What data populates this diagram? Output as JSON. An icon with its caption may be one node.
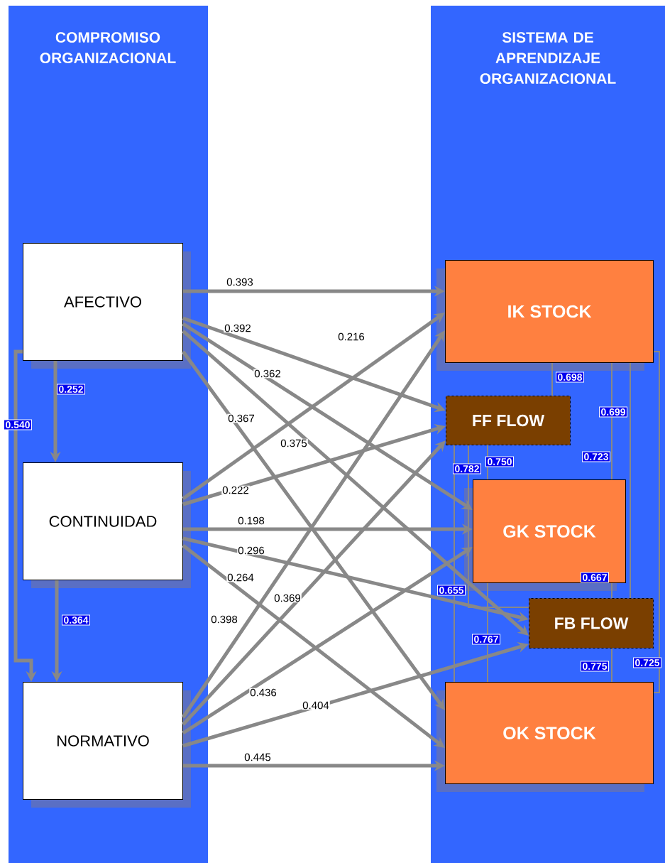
{
  "diagram": {
    "nodes": [
      {
        "text": [
          "COMPROMISO ORGANIZACIONAL"
        ]
      },
      {
        "text": [
          "AFECTIVO"
        ],
        "in": 0
      },
      {
        "text": [
          "CONTINUIDAD"
        ],
        "in": 0
      },
      {
        "text": [
          "NORMATIVO"
        ],
        "in": 0
      },
      {
        "text": [
          "SISTEMA DE APRENDIZAJE ORGANIZACIONAL"
        ]
      },
      {
        "text": [
          "IK STOCK"
        ],
        "in": 4
      },
      {
        "text": [
          "FF FLOW"
        ],
        "in": 4
      },
      {
        "text": [
          "GK STOCK"
        ],
        "in": 4
      },
      {
        "text": [
          "FB  FLOW"
        ],
        "in": 4
      },
      {
        "text": [
          "OK STOCK"
        ],
        "in": 4
      }
    ],
    "edges": [
      {
        "from": 1,
        "to": 5,
        "arrow": "to",
        "label": "0.393"
      },
      {
        "from": 1,
        "to": 6,
        "arrow": "to",
        "label": "0.392"
      },
      {
        "from": 1,
        "to": 7,
        "arrow": "to",
        "label": "0.362"
      },
      {
        "from": 1,
        "to": 8,
        "arrow": "to",
        "label": "0.375"
      },
      {
        "from": 1,
        "to": 9,
        "arrow": "to",
        "label": "0.367"
      },
      {
        "from": 2,
        "to": 5,
        "arrow": "to",
        "label": "0.216"
      },
      {
        "from": 2,
        "to": 6,
        "arrow": "to",
        "label": "0.222"
      },
      {
        "from": 2,
        "to": 7,
        "arrow": "to",
        "label": "0.198"
      },
      {
        "from": 2,
        "to": 8,
        "arrow": "to",
        "label": "0.296"
      },
      {
        "from": 2,
        "to": 9,
        "arrow": "to",
        "label": "0.264"
      },
      {
        "from": 3,
        "to": 5,
        "arrow": "to",
        "label": "0.398"
      },
      {
        "from": 3,
        "to": 6,
        "arrow": "to",
        "label": "0.369"
      },
      {
        "from": 3,
        "to": 7,
        "arrow": "to",
        "label": "0.436"
      },
      {
        "from": 3,
        "to": 8,
        "arrow": "to",
        "label": "0.404"
      },
      {
        "from": 3,
        "to": 9,
        "arrow": "to",
        "label": "0.445"
      },
      {
        "from": 1,
        "to": 2,
        "arrow": "to",
        "label": "0.252"
      },
      {
        "from": 1,
        "to": 3,
        "arrow": "to",
        "label": "0.540"
      },
      {
        "from": 2,
        "to": 3,
        "arrow": "to",
        "label": "0.364"
      },
      {
        "from": 5,
        "to": 6,
        "arrow": "none",
        "label": "0.698"
      },
      {
        "from": 5,
        "to": 7,
        "arrow": "none",
        "label": "0.723"
      },
      {
        "from": 5,
        "to": 8,
        "arrow": "none",
        "label": "0.699"
      },
      {
        "from": 5,
        "to": 9,
        "arrow": "none",
        "label": "0.725"
      },
      {
        "from": 6,
        "to": 7,
        "arrow": "none",
        "label": "0.750"
      },
      {
        "from": 6,
        "to": 8,
        "arrow": "none",
        "label": "0.782"
      },
      {
        "from": 6,
        "to": 9,
        "arrow": "none",
        "label": "0.655"
      },
      {
        "from": 7,
        "to": 8,
        "arrow": "none",
        "label": "0.667"
      },
      {
        "from": 7,
        "to": 9,
        "arrow": "none",
        "label": "0.767"
      },
      {
        "from": 8,
        "to": 9,
        "arrow": "none",
        "label": "0.775"
      }
    ]
  }
}
